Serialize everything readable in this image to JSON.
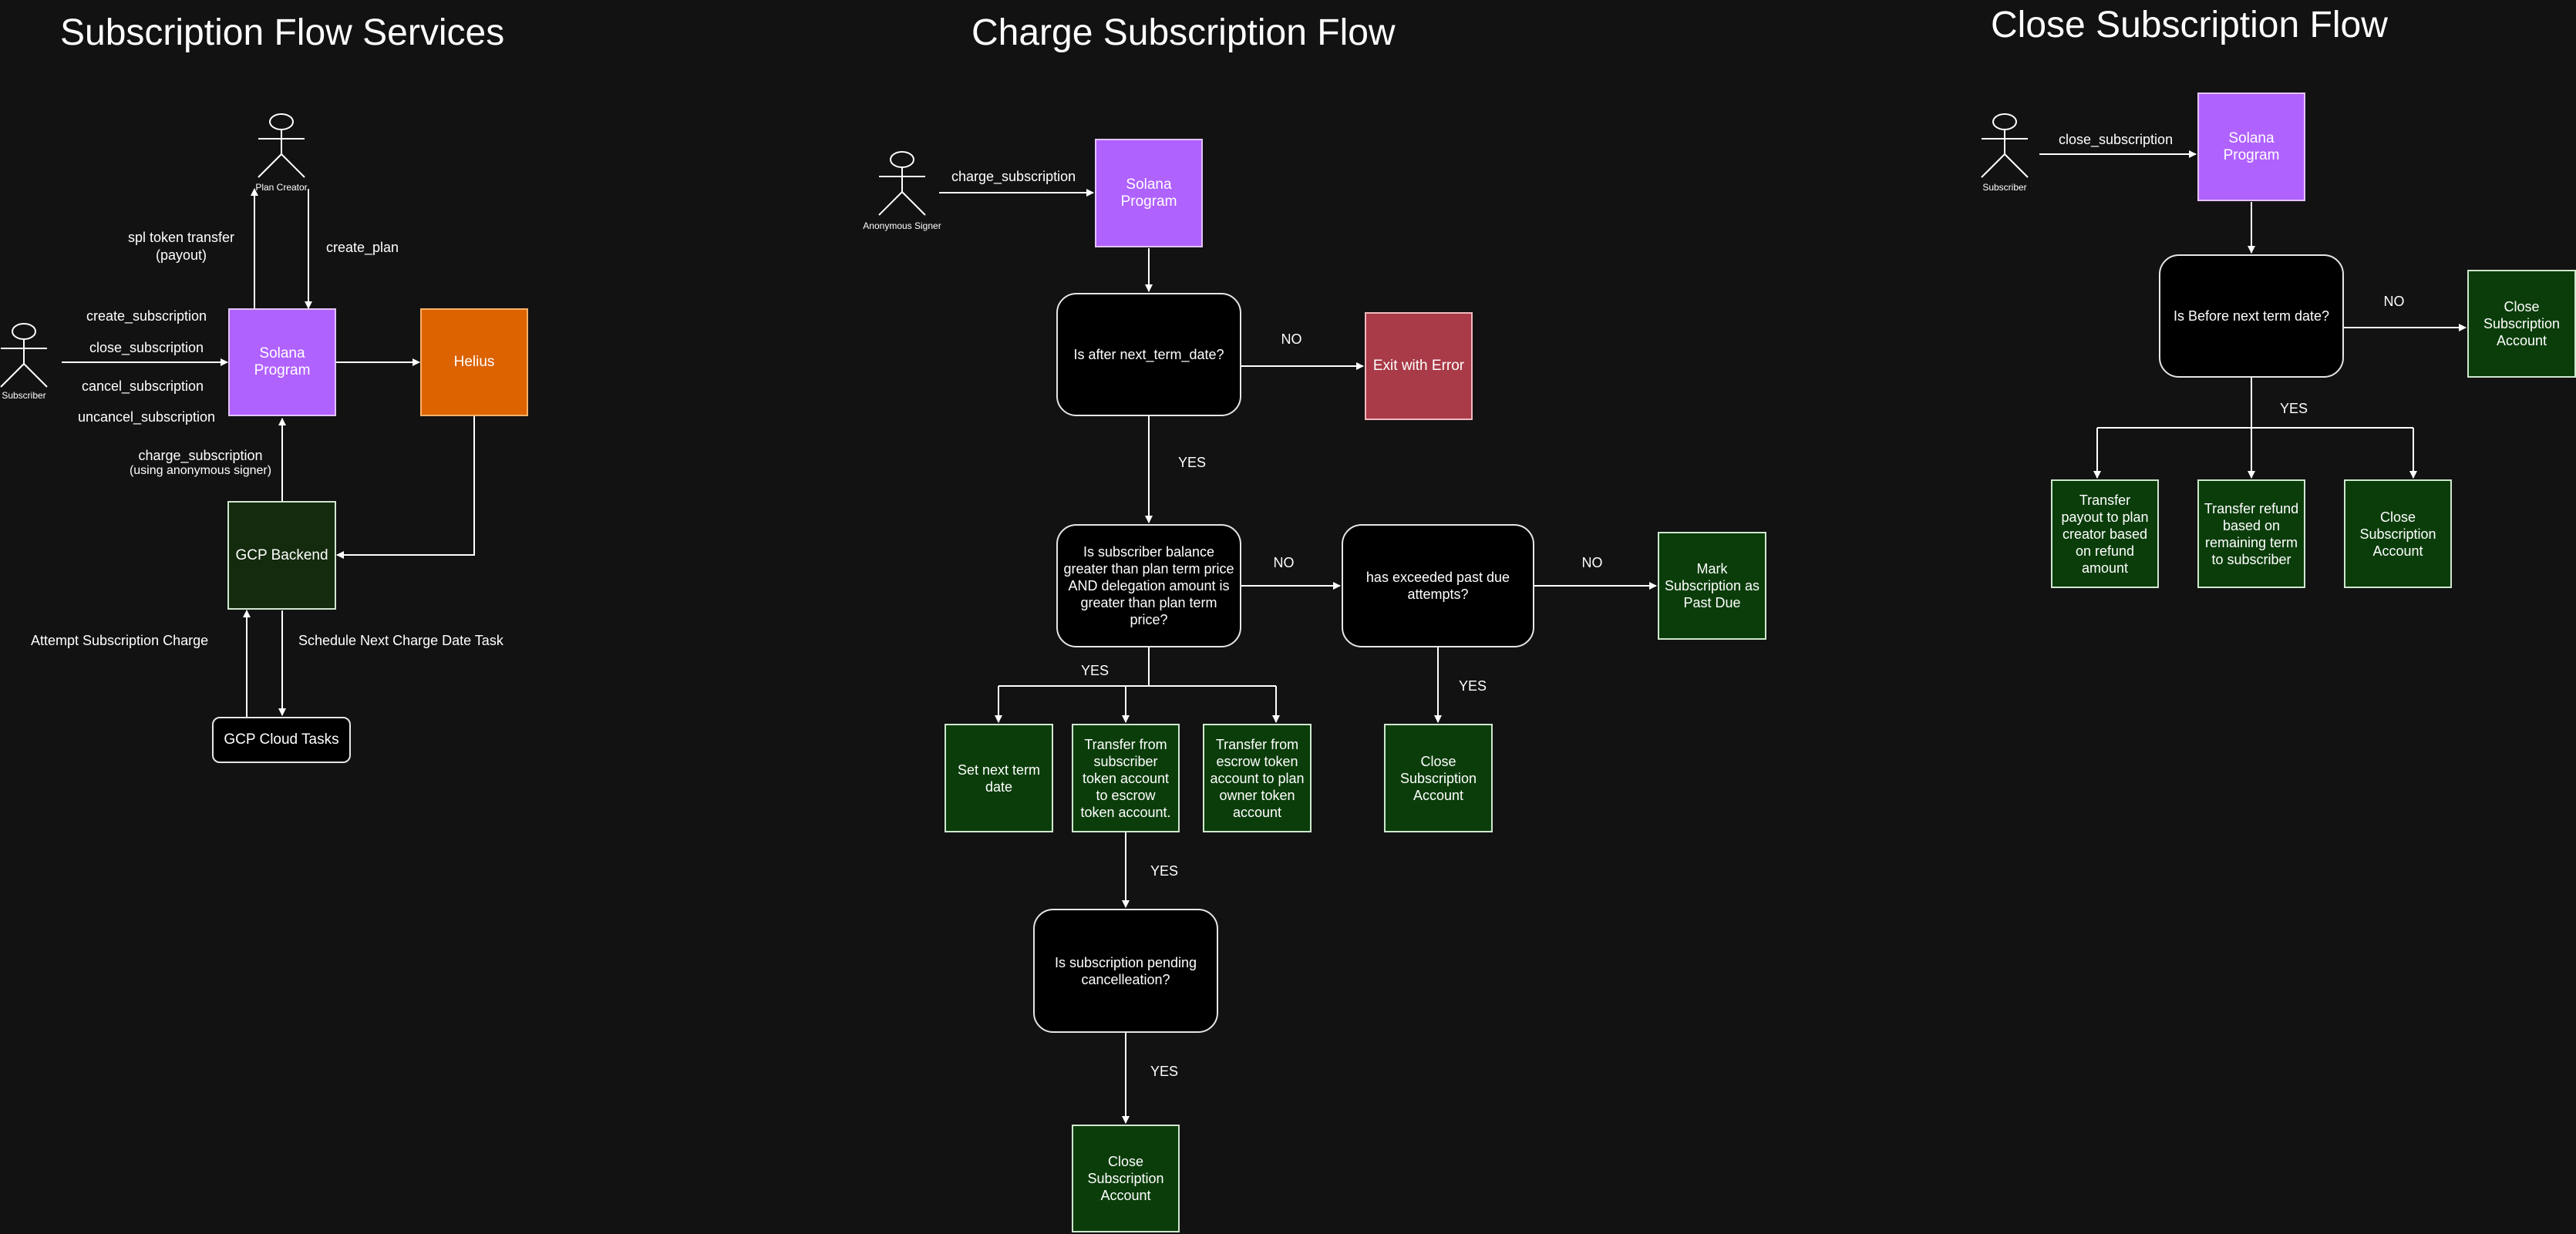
{
  "titles": {
    "services": "Subscription Flow Services",
    "charge": "Charge Subscription Flow",
    "close": "Close Subscription Flow"
  },
  "services": {
    "actor_creator": "Plan Creator",
    "actor_subscriber": "Subscriber",
    "solana": "Solana Program",
    "helius": "Helius",
    "gcp_backend": "GCP Backend",
    "gcp_tasks": "GCP Cloud Tasks",
    "lbl_spl": "spl token transfer",
    "lbl_spl2": "(payout)",
    "lbl_create_plan": "create_plan",
    "lbl_create_sub": "create_subscription",
    "lbl_close_sub": "close_subscription",
    "lbl_cancel_sub": "cancel_subscription",
    "lbl_uncancel_sub": "uncancel_subscription",
    "lbl_charge": "charge_subscription",
    "lbl_charge2": "(using anonymous signer)",
    "lbl_attempt": "Attempt Subscription Charge",
    "lbl_schedule": "Schedule Next Charge Date Task"
  },
  "charge": {
    "actor": "Anonymous Signer",
    "lbl_charge": "charge_subscription",
    "solana": "Solana Program",
    "q_after": "Is after next_term_date?",
    "exit": "Exit with Error",
    "q_balance": "Is subscriber balance greater than plan term price AND delegation amount is greater than plan term price?",
    "q_pastdue": "has exceeded past due attempts?",
    "mark_pastdue": "Mark Subscription as Past Due",
    "set_next": "Set next term date",
    "transfer_escrow": "Transfer from subscriber token account to escrow token account.",
    "transfer_owner": "Transfer from escrow token account to plan owner token account",
    "close1": "Close Subscription Account",
    "q_pending": "Is subscription pending cancelleation?",
    "close2": "Close Subscription Account",
    "no1": "NO",
    "yes1": "YES",
    "no2": "NO",
    "no3": "NO",
    "yes2": "YES",
    "yes3": "YES",
    "yes4": "YES",
    "yes5": "YES"
  },
  "close": {
    "actor": "Subscriber",
    "lbl_close": "close_subscription",
    "solana": "Solana Program",
    "q_before": "Is Before next term date?",
    "close_account": "Close Subscription Account",
    "transfer_payout": "Transfer payout to plan creator based on refund amount",
    "transfer_refund": "Transfer refund based on remaining term to subscriber",
    "close_account2": "Close Subscription Account",
    "no": "NO",
    "yes": "YES"
  }
}
